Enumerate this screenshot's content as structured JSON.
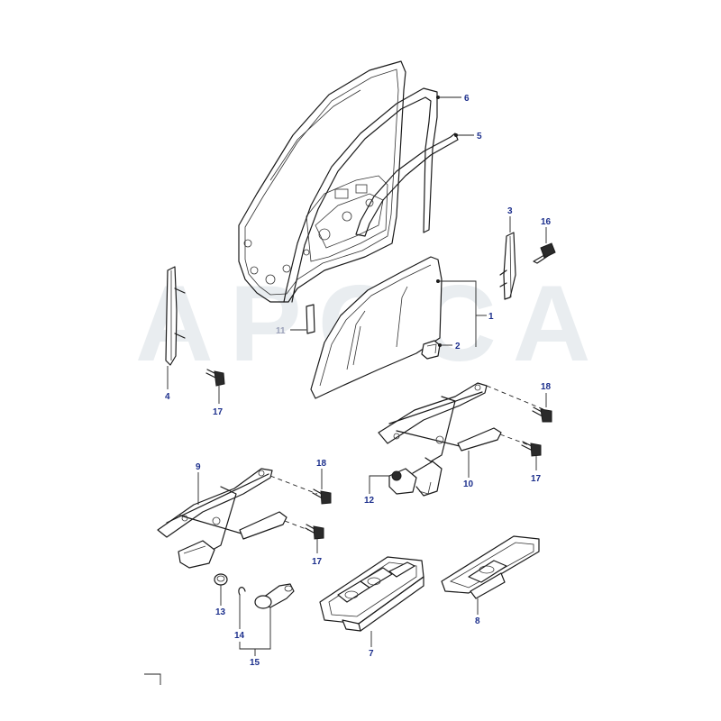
{
  "watermark": "APOCA",
  "callouts": {
    "c1": "1",
    "c2": "2",
    "c3": "3",
    "c4": "4",
    "c5": "5",
    "c6": "6",
    "c7": "7",
    "c8": "8",
    "c9": "9",
    "c10": "10",
    "c11": "11",
    "c12": "12",
    "c13": "13",
    "c14": "14",
    "c15": "15",
    "c16": "16",
    "c17a": "17",
    "c17b": "17",
    "c17c": "17",
    "c18a": "18",
    "c18b": "18"
  },
  "colors": {
    "callout": "#1c2f8c",
    "callout_faded": "#9aa0b8",
    "line": "#1a1a1a"
  }
}
